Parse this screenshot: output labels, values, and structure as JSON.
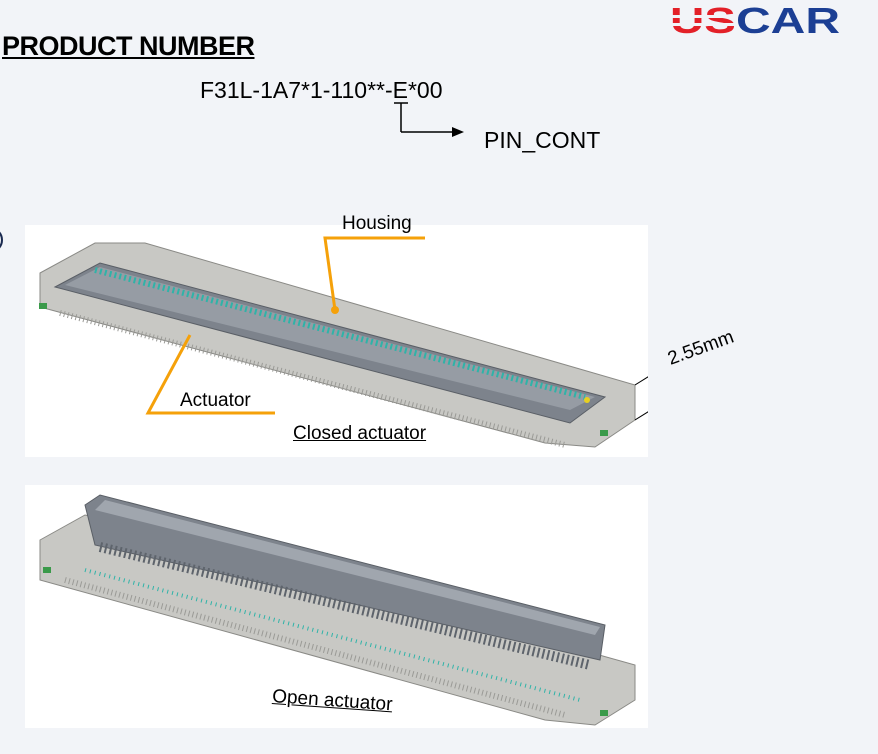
{
  "logo": {
    "text": "USCAR",
    "colors": {
      "us": "#e32028",
      "car": "#1c3f94"
    }
  },
  "title": "PRODUCT NUMBER",
  "product_number": "F31L-1A7*1-110**-E*00",
  "pin_label": "PIN_CONT",
  "figure_closed": {
    "housing_label": "Housing",
    "actuator_label": "Actuator",
    "caption": "Closed actuator",
    "dimension": "2.55mm"
  },
  "figure_open": {
    "caption": "Open actuator"
  },
  "colors": {
    "callout": "#f5a10a",
    "pins": "#2fb3a8",
    "housing": "#c8c8c4",
    "actuator": "#7d838c"
  }
}
